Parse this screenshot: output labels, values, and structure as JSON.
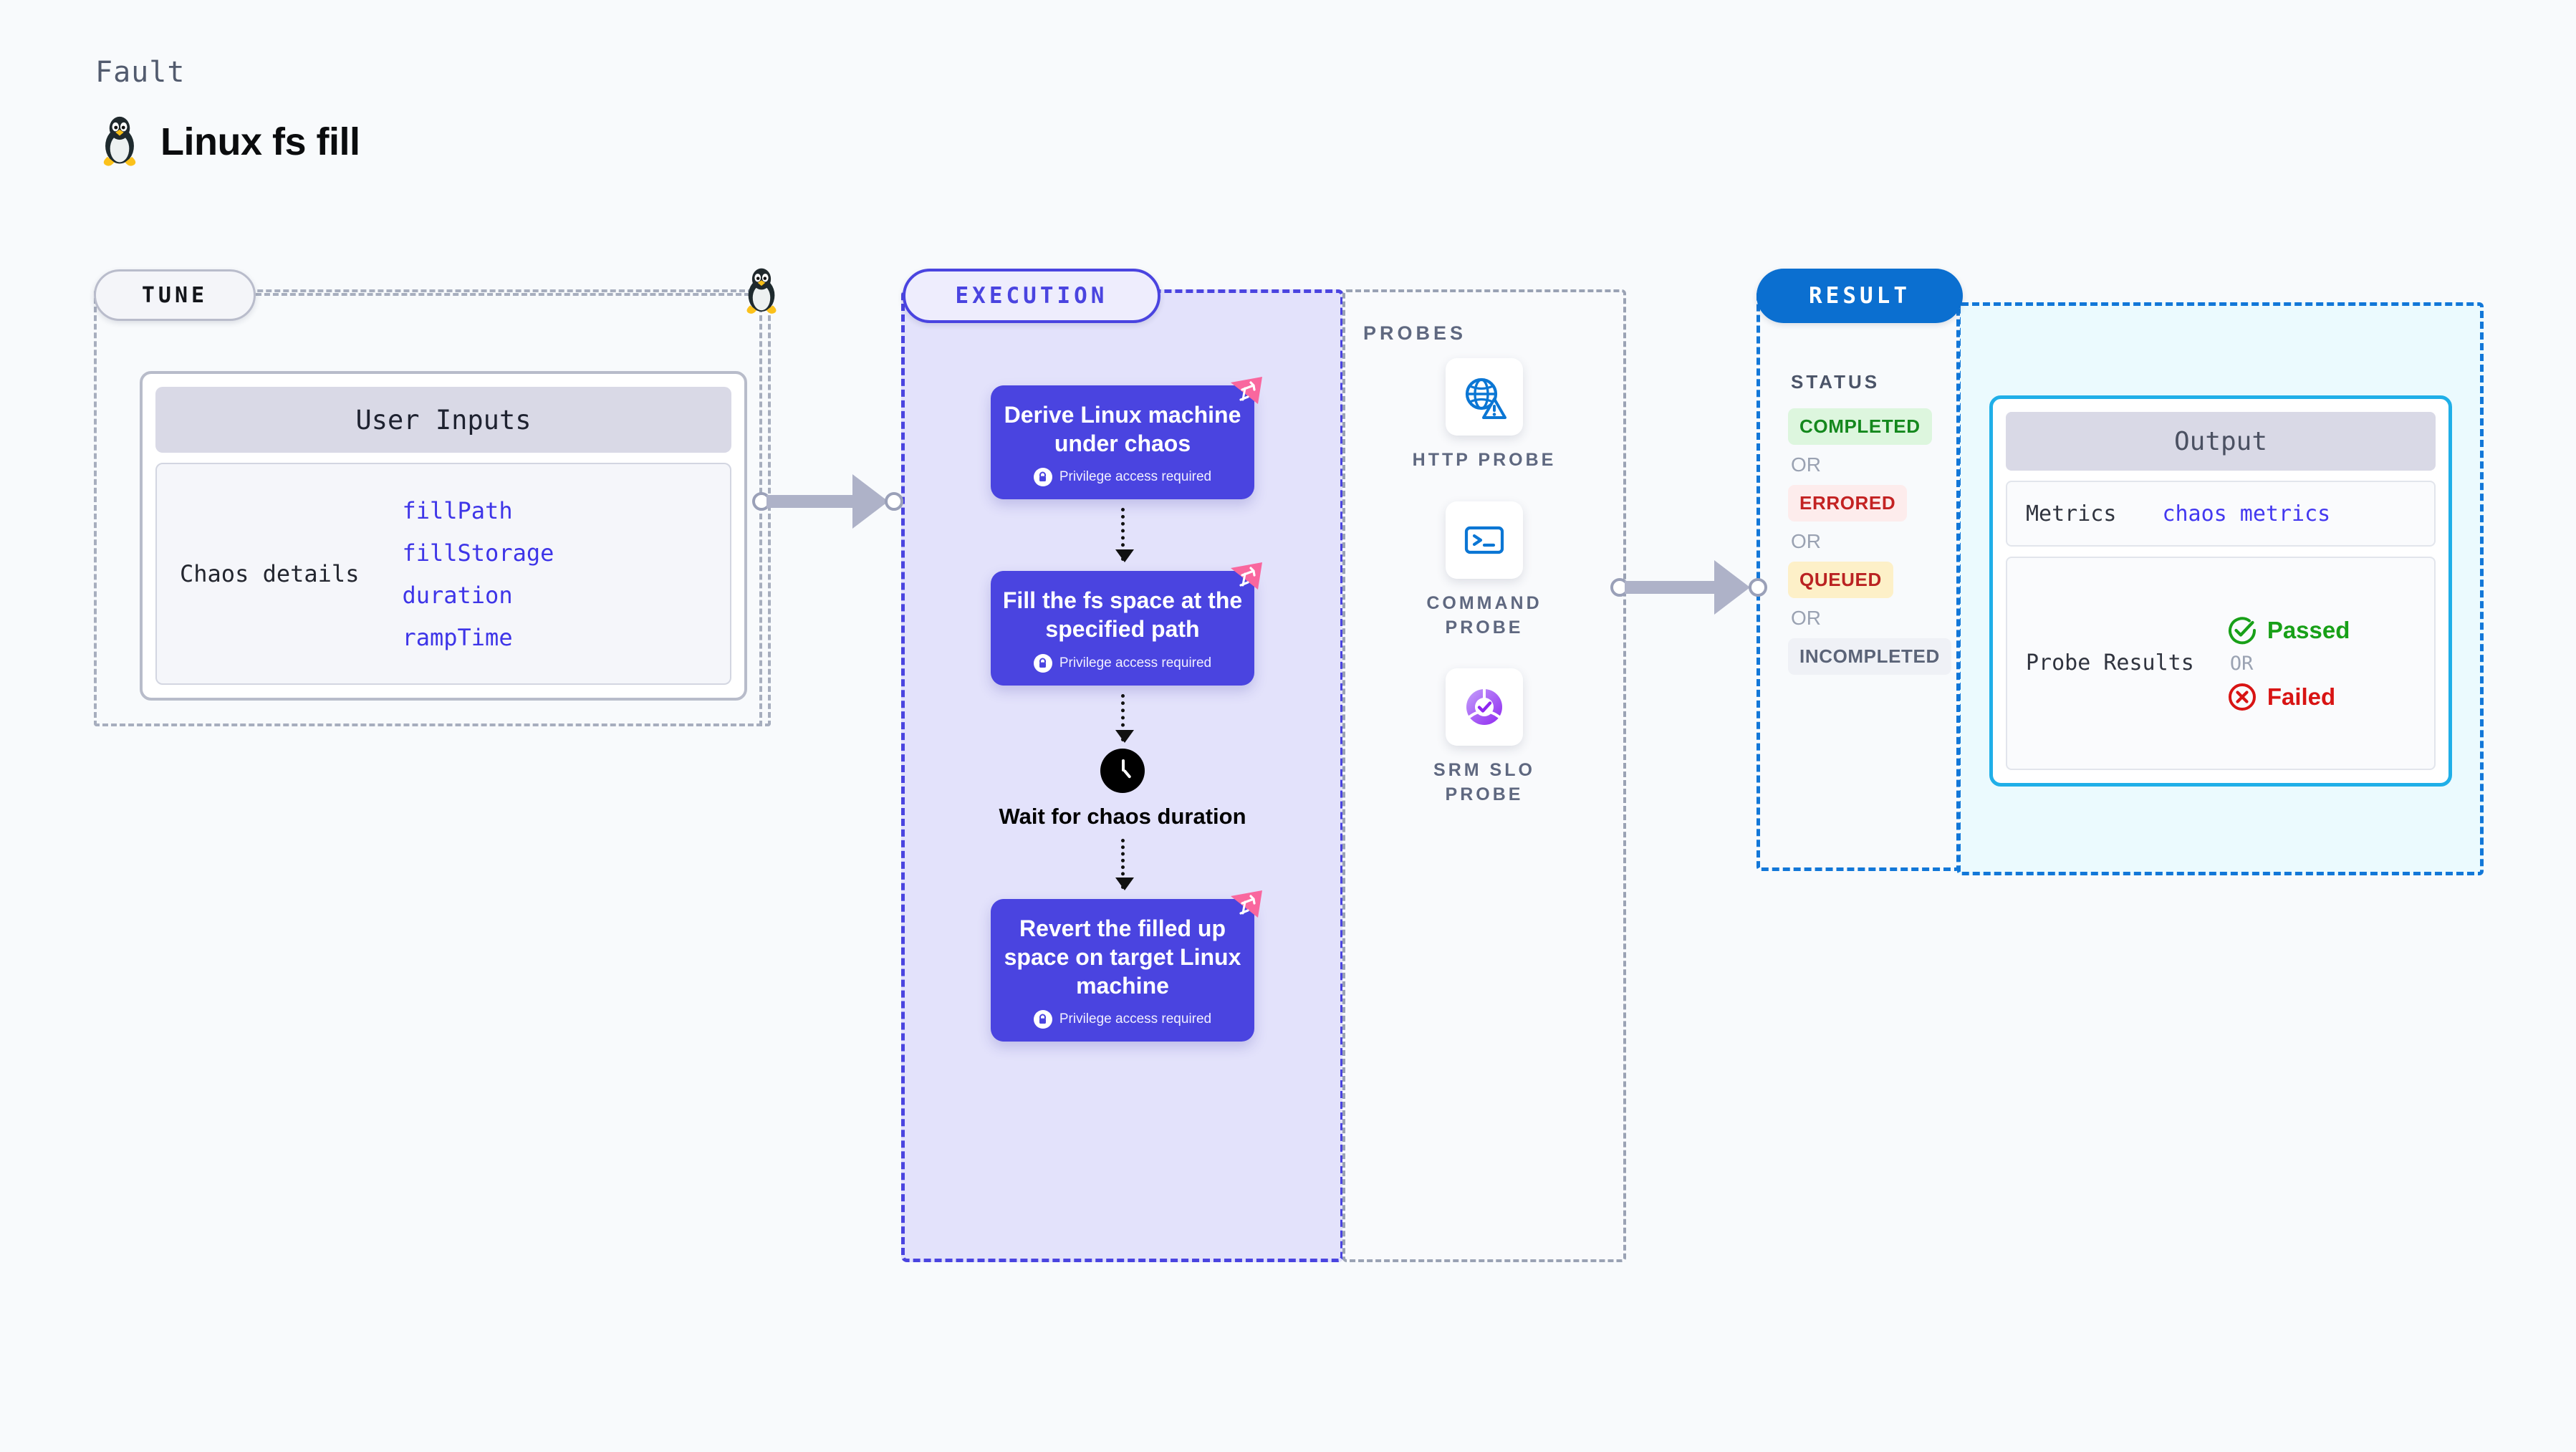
{
  "header": {
    "kicker": "Fault",
    "title": "Linux fs fill",
    "icon": "linux-penguin-icon"
  },
  "tune": {
    "pill_label": "TUNE",
    "card_header": "User Inputs",
    "details_label": "Chaos details",
    "params": [
      "fillPath",
      "fillStorage",
      "duration",
      "rampTime"
    ],
    "edge_icon": "linux-penguin-icon"
  },
  "execution": {
    "pill_label": "EXECUTION",
    "privilege_note": "Privilege access required",
    "nodes": [
      {
        "type": "task",
        "title": "Derive Linux machine under chaos",
        "privileged": true,
        "flag": true
      },
      {
        "type": "task",
        "title": "Fill the fs space at the specified path",
        "privileged": true,
        "flag": true
      },
      {
        "type": "wait",
        "title": "Wait for chaos duration",
        "icon": "clock-icon"
      },
      {
        "type": "task",
        "title": "Revert the filled up space on target Linux machine",
        "privileged": true,
        "flag": true
      }
    ]
  },
  "probes": {
    "section_label": "PROBES",
    "items": [
      {
        "name": "HTTP PROBE",
        "icon": "globe-warning-icon"
      },
      {
        "name": "COMMAND PROBE",
        "icon": "terminal-icon"
      },
      {
        "name": "SRM SLO PROBE",
        "icon": "slo-check-icon"
      }
    ]
  },
  "result": {
    "pill_label": "RESULT",
    "status_label": "STATUS",
    "or_label": "OR",
    "statuses": [
      {
        "label": "COMPLETED",
        "tone": "completed"
      },
      {
        "label": "ERRORED",
        "tone": "errored"
      },
      {
        "label": "QUEUED",
        "tone": "queued"
      },
      {
        "label": "INCOMPLETED",
        "tone": "incomplete"
      }
    ],
    "output": {
      "header": "Output",
      "metrics_label": "Metrics",
      "metrics_value": "chaos metrics",
      "probe_results_label": "Probe Results",
      "passed_label": "Passed",
      "failed_label": "Failed",
      "or_label": "OR"
    }
  },
  "colors": {
    "accent_violet": "#4A44E0",
    "exec_bg": "#E3E2FB",
    "result_blue": "#0B6FD0",
    "output_border": "#20AFE8",
    "flag_pink": "#F9679E",
    "passed_green": "#18A018",
    "failed_red": "#D81414",
    "page_bg": "#F8FAFC"
  }
}
